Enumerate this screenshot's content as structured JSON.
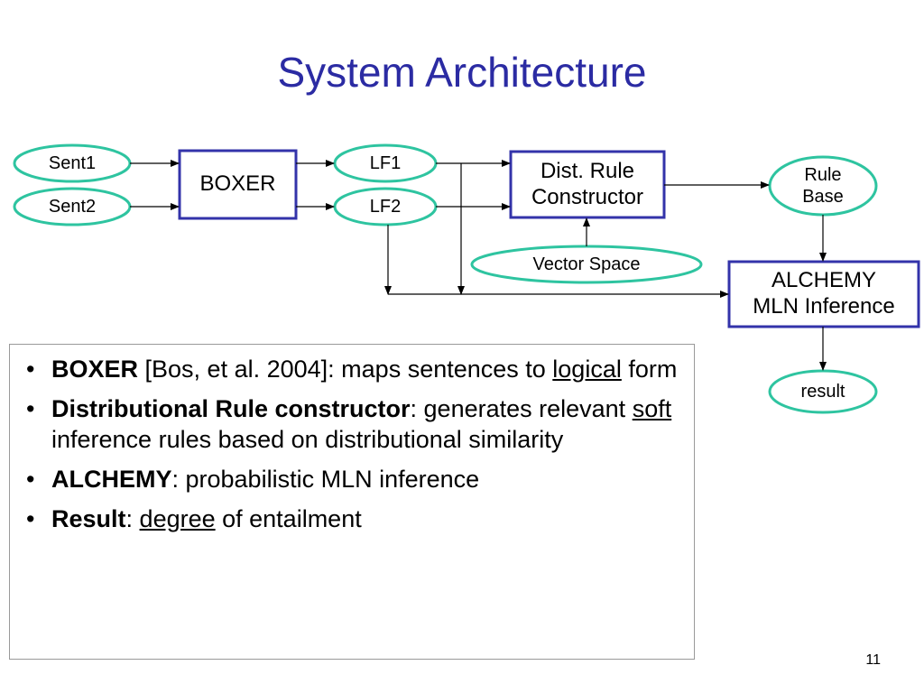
{
  "title": "System Architecture",
  "nodes": {
    "sent1": "Sent1",
    "sent2": "Sent2",
    "boxer": "BOXER",
    "lf1": "LF1",
    "lf2": "LF2",
    "dist_rule_constructor": "Dist. Rule\nConstructor",
    "vector_space": "Vector Space",
    "rule_base": "Rule\nBase",
    "alchemy": "ALCHEMY\nMLN Inference",
    "result": "result"
  },
  "bullets": [
    {
      "bold": "BOXER",
      "text1": " [Bos, et al. 2004]: maps sentences to ",
      "underline": "logical",
      "text2": " form"
    },
    {
      "bold": "Distributional Rule constructor",
      "text1": ": generates relevant ",
      "underline": "soft",
      "text2": " inference rules based on distributional similarity"
    },
    {
      "bold": "ALCHEMY",
      "text1": ": probabilistic MLN inference",
      "underline": "",
      "text2": ""
    },
    {
      "bold": "Result",
      "text1": ": ",
      "underline": "degree",
      "text2": " of entailment"
    }
  ],
  "bullet_symbol": "•",
  "page_number": "11",
  "colors": {
    "title": "#2b2ba3",
    "box_border": "#3333aa",
    "ellipse_border": "#2ec4a0",
    "arrow": "#000000"
  }
}
